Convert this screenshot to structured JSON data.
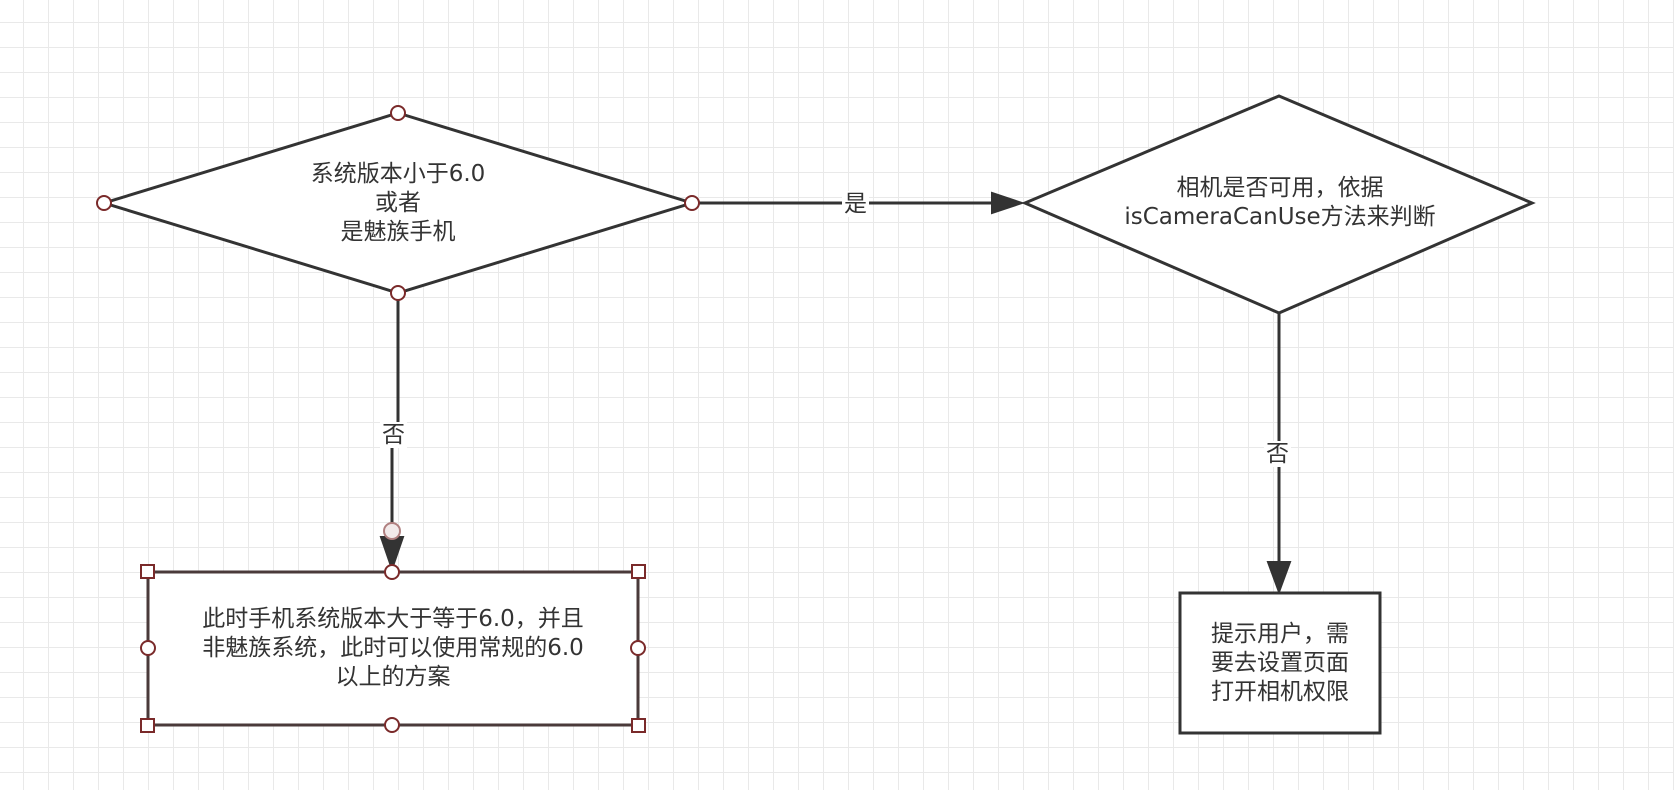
{
  "diagram": {
    "nodes": {
      "check_version": {
        "shape": "diamond",
        "text": "系统版本小于6.0\n或者\n是魅族手机"
      },
      "check_camera": {
        "shape": "diamond",
        "text": "相机是否可用，依据\nisCameraCanUse方法来判断"
      },
      "normal_scheme": {
        "shape": "rectangle",
        "selected": true,
        "text": "此时手机系统版本大于等于6.0，并且\n非魅族系统，此时可以使用常规的6.0\n以上的方案"
      },
      "prompt_user": {
        "shape": "rectangle",
        "text": "提示用户，需\n要去设置页面\n打开相机权限"
      }
    },
    "edges": {
      "yes_edge": {
        "from": "check_version",
        "to": "check_camera",
        "label": "是"
      },
      "no_edge_left": {
        "from": "check_version",
        "to": "normal_scheme",
        "label": "否"
      },
      "no_edge_right": {
        "from": "check_camera",
        "to": "prompt_user",
        "label": "否"
      }
    },
    "colors": {
      "stroke": "#333333",
      "selection": "#7a2a2a",
      "grid": "#e9e9e9"
    }
  }
}
